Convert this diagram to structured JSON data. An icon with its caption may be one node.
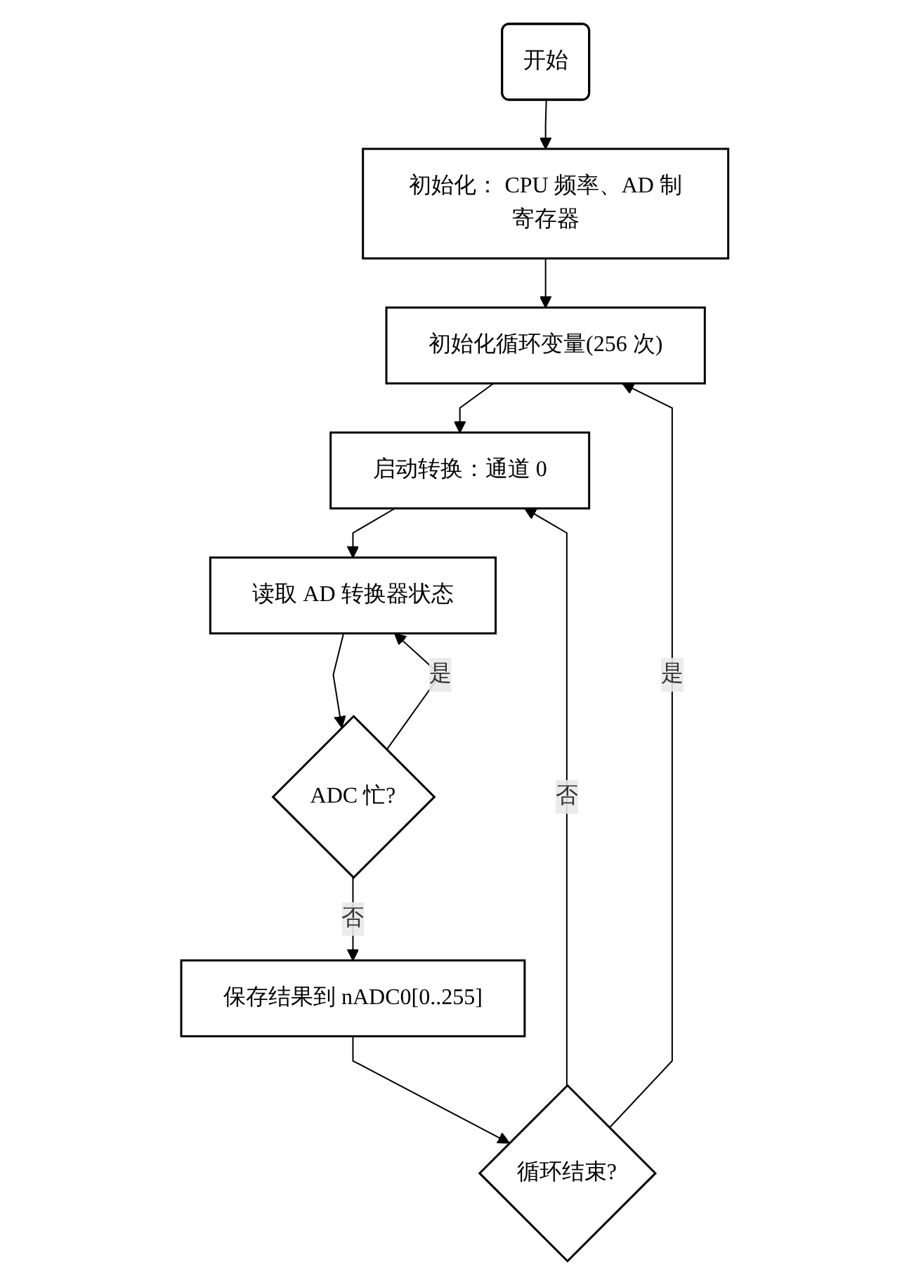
{
  "diagram": {
    "nodes": [
      {
        "text": [
          "开始"
        ]
      },
      {
        "text": [
          "初始化： CPU 频率、AD 制寄存器"
        ]
      },
      {
        "text": [
          "初始化循环变量(256 次)"
        ]
      },
      {
        "text": [
          "启动转换：通道 0"
        ]
      },
      {
        "text": [
          "读取 AD 转换器状态"
        ]
      },
      {
        "text": [
          "ADC 忙?"
        ]
      },
      {
        "text": [
          "保存结果到 nADC0[0..255]"
        ]
      },
      {
        "text": [
          "循环结束?"
        ]
      }
    ],
    "edges": [
      {
        "from": 0,
        "to": 1,
        "arrow": "to"
      },
      {
        "from": 1,
        "to": 2,
        "arrow": "to"
      },
      {
        "from": 2,
        "to": 3,
        "arrow": "to"
      },
      {
        "from": 3,
        "to": 4,
        "arrow": "to"
      },
      {
        "from": 4,
        "to": 5,
        "arrow": "to"
      },
      {
        "from": 5,
        "to": 4,
        "label": "是",
        "arrow": "to"
      },
      {
        "from": 5,
        "to": 6,
        "label": "否",
        "arrow": "to"
      },
      {
        "from": 6,
        "to": 7,
        "arrow": "to"
      },
      {
        "from": 7,
        "to": 3,
        "label": "否",
        "arrow": "to"
      },
      {
        "from": 7,
        "to": 2,
        "label": "是",
        "arrow": "to"
      }
    ]
  }
}
